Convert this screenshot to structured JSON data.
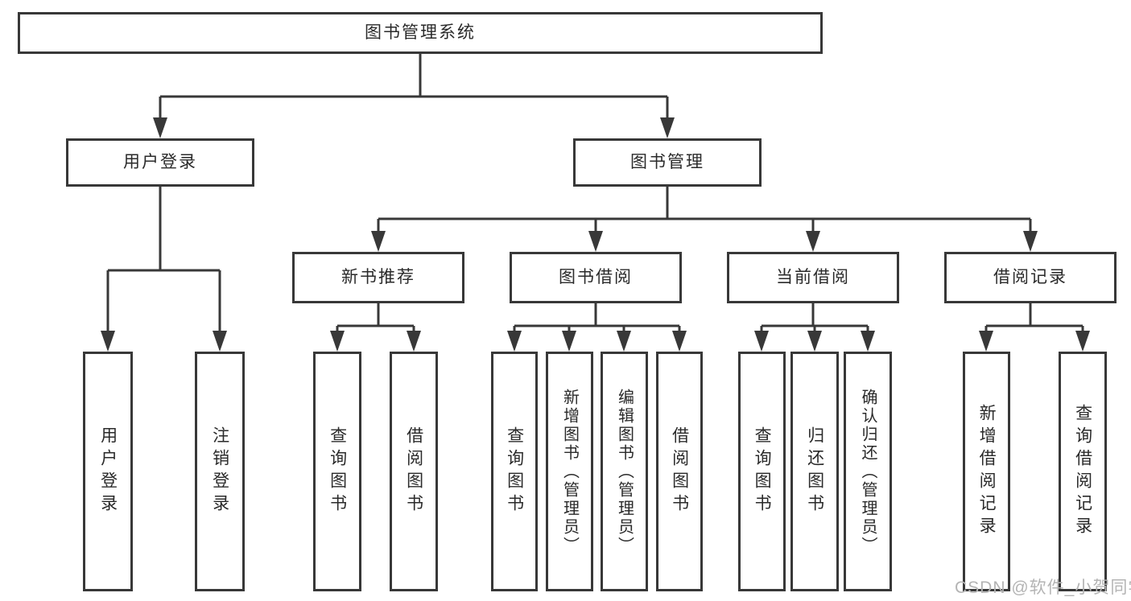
{
  "tree": {
    "root": {
      "label": "图书管理系统"
    },
    "branches": [
      {
        "label": "用户登录",
        "children": [
          {
            "label": "用户登录"
          },
          {
            "label": "注销登录"
          }
        ]
      },
      {
        "label": "图书管理",
        "children": [
          {
            "label": "新书推荐",
            "children": [
              {
                "label": "查询图书"
              },
              {
                "label": "借阅图书"
              }
            ]
          },
          {
            "label": "图书借阅",
            "children": [
              {
                "label": "查询图书"
              },
              {
                "label": "新增图书（管理员）"
              },
              {
                "label": "编辑图书（管理员）"
              },
              {
                "label": "借阅图书"
              }
            ]
          },
          {
            "label": "当前借阅",
            "children": [
              {
                "label": "查询图书"
              },
              {
                "label": "归还图书"
              },
              {
                "label": "确认归还（管理员）"
              }
            ]
          },
          {
            "label": "借阅记录",
            "children": [
              {
                "label": "新增借阅记录"
              },
              {
                "label": "查询借阅记录"
              }
            ]
          }
        ]
      }
    ]
  },
  "watermark": {
    "text": "CSDN @软件_小贺同学"
  },
  "colors": {
    "line": "#383838",
    "text": "#2a2a2a",
    "watermark": "#b4b4b4",
    "background": "#ffffff"
  }
}
